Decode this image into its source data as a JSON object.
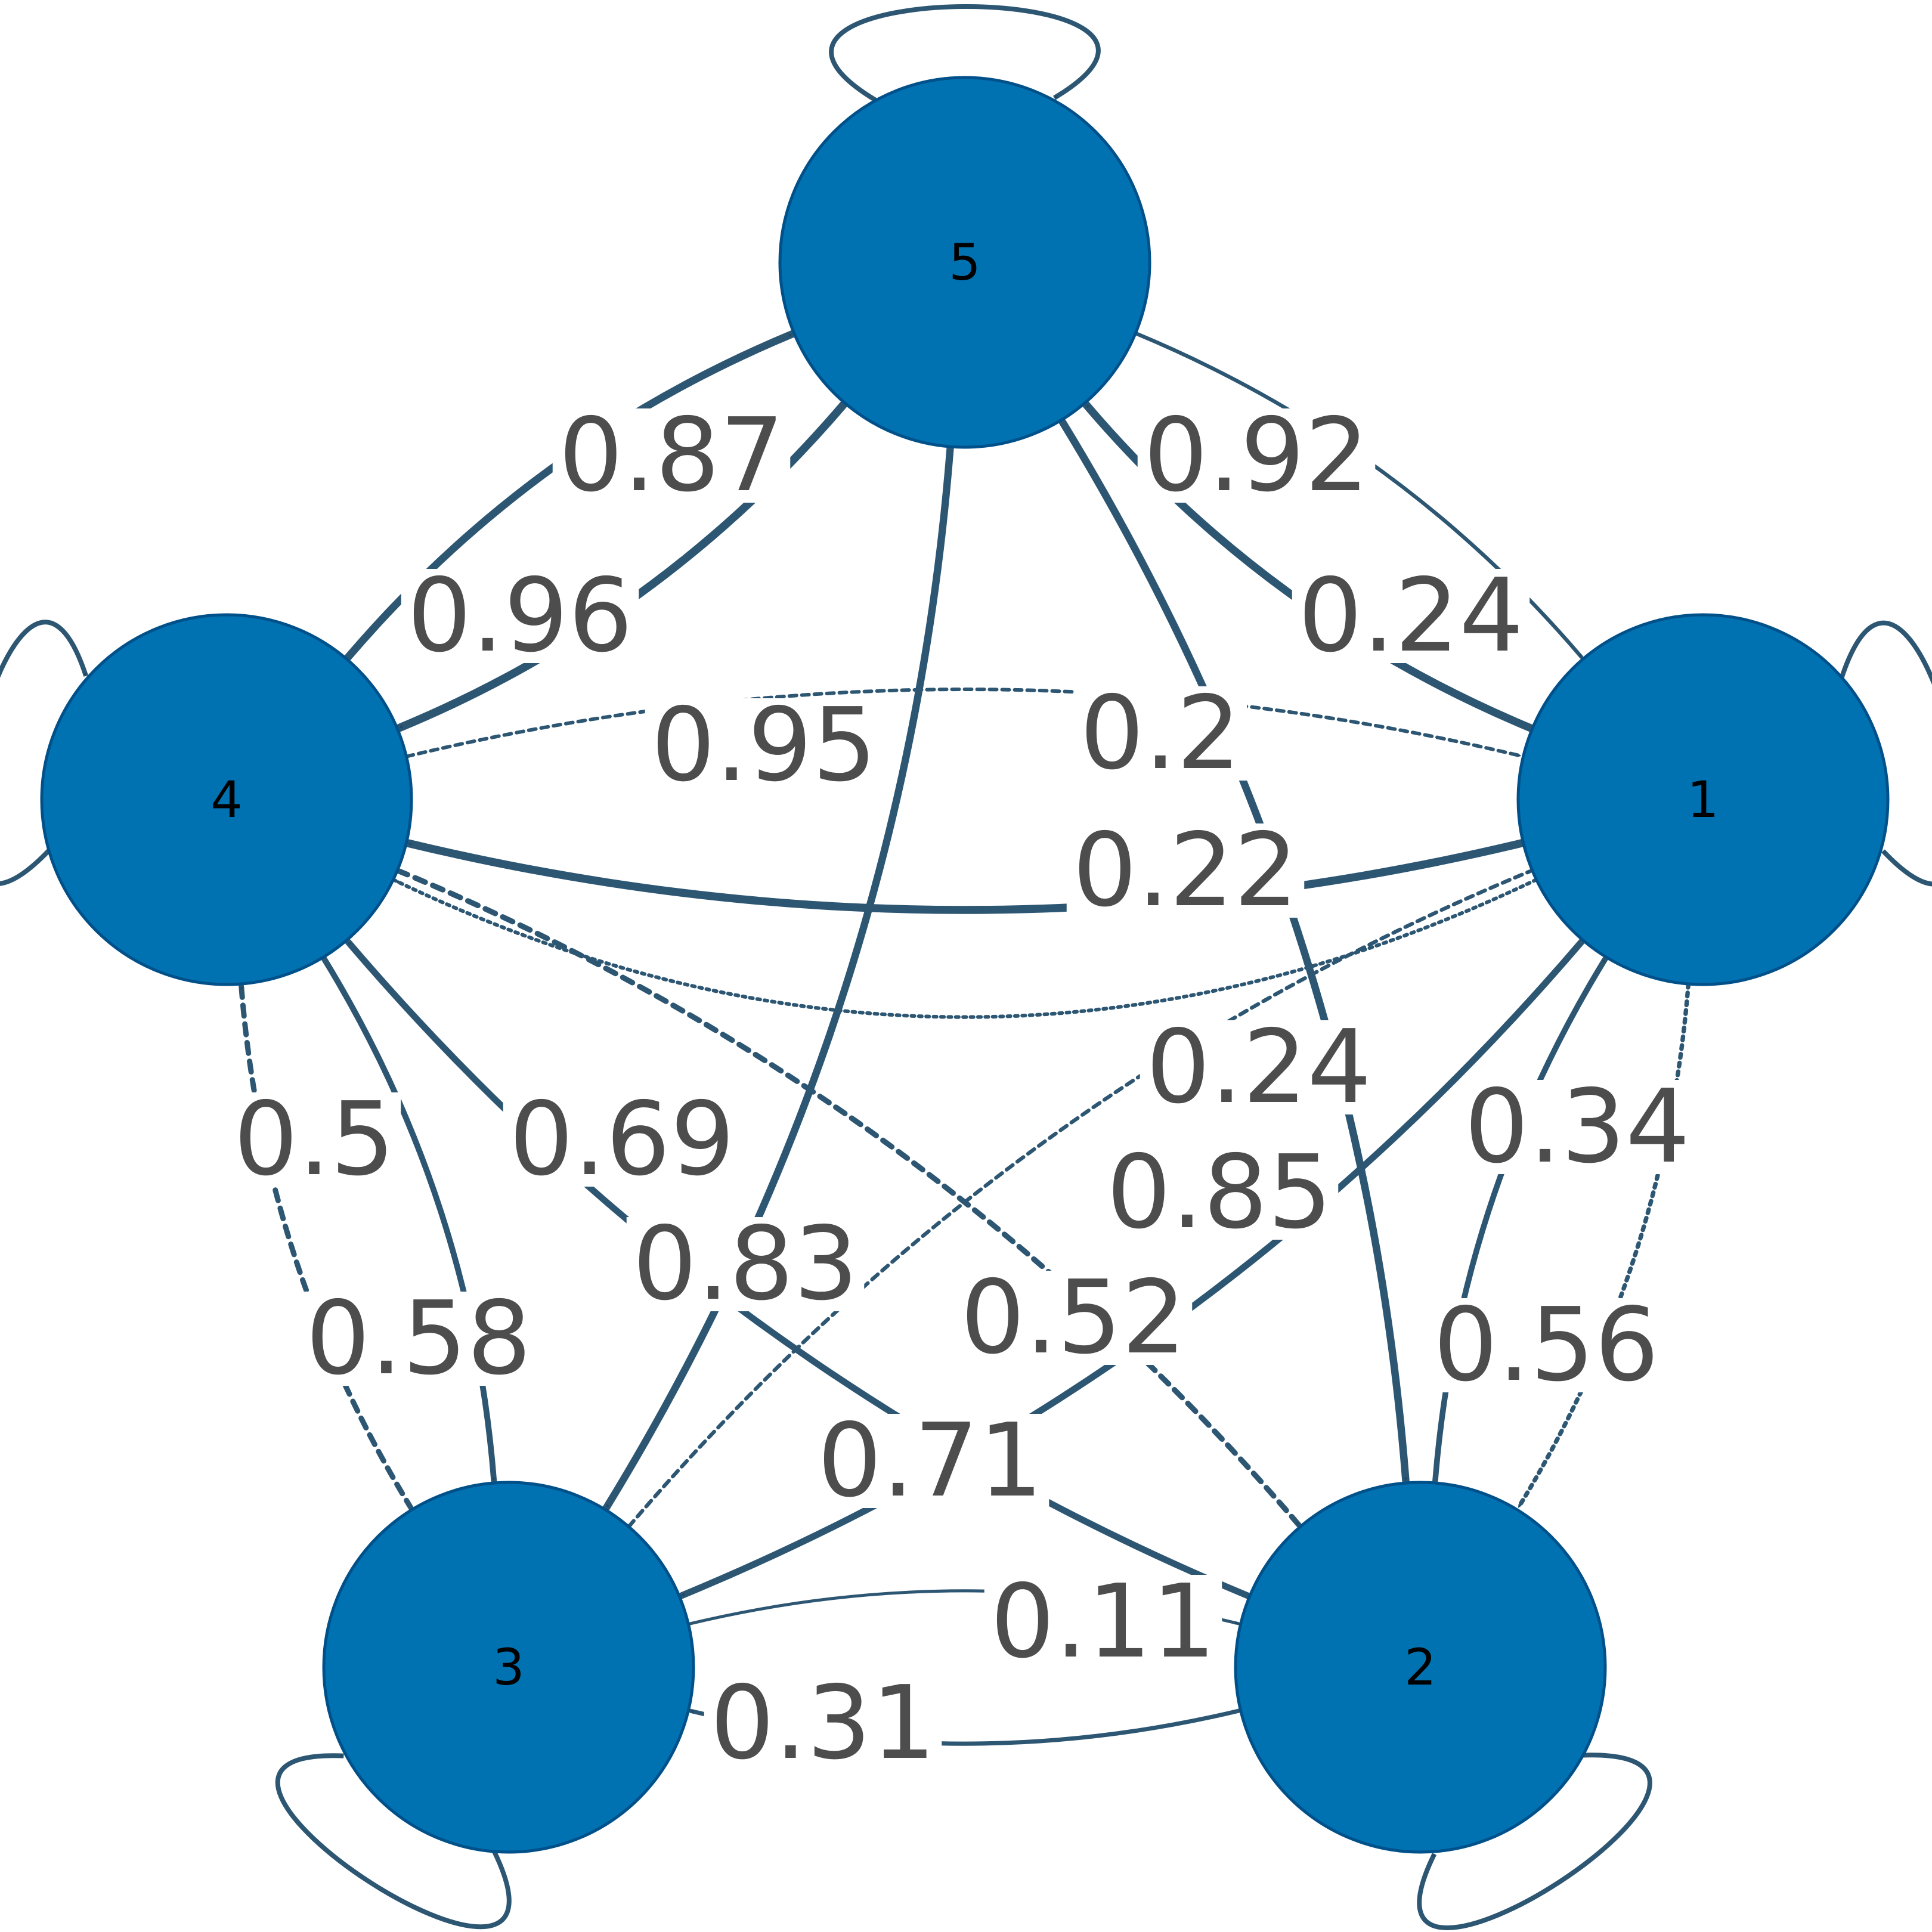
{
  "graph": {
    "node_color": "#0072b2",
    "node_border": "#00508a",
    "edge_color": "#2d5673",
    "nodes": [
      {
        "id": "1",
        "label": "1"
      },
      {
        "id": "2",
        "label": "2"
      },
      {
        "id": "3",
        "label": "3"
      },
      {
        "id": "4",
        "label": "4"
      },
      {
        "id": "5",
        "label": "5"
      }
    ],
    "edges": [
      {
        "source": "4",
        "target": "5",
        "label": "0.87",
        "style": "solid"
      },
      {
        "source": "5",
        "target": "4",
        "label": "0.96",
        "style": "solid"
      },
      {
        "source": "1",
        "target": "5",
        "label": "0.92",
        "style": "solid"
      },
      {
        "source": "5",
        "target": "1",
        "label": "0.24",
        "style": "solid"
      },
      {
        "source": "1",
        "target": "4",
        "label": "0.95",
        "style": "solid"
      },
      {
        "source": "4",
        "target": "1",
        "label": "0.2",
        "style": "dashed"
      },
      {
        "source": "1",
        "target": "4",
        "label": "0.22",
        "style": "dotted"
      },
      {
        "source": "3",
        "target": "1",
        "label": "0.24",
        "style": "dashed"
      },
      {
        "source": "3",
        "target": "4",
        "label": "0.5",
        "style": "dashed"
      },
      {
        "source": "2",
        "target": "4",
        "label": "0.69",
        "style": "solid"
      },
      {
        "source": "5",
        "target": "3",
        "label": "0.83",
        "style": "solid"
      },
      {
        "source": "5",
        "target": "2",
        "label": "0.85",
        "style": "solid"
      },
      {
        "source": "1",
        "target": "2",
        "label": "0.34",
        "style": "dotted"
      },
      {
        "source": "4",
        "target": "3",
        "label": "0.58",
        "style": "solid"
      },
      {
        "source": "4",
        "target": "2",
        "label": "0.52",
        "style": "dashed"
      },
      {
        "source": "2",
        "target": "1",
        "label": "0.56",
        "style": "solid"
      },
      {
        "source": "1",
        "target": "3",
        "label": "0.71",
        "style": "solid"
      },
      {
        "source": "2",
        "target": "3",
        "label": "0.31",
        "style": "solid"
      },
      {
        "source": "3",
        "target": "2",
        "label": "0.11",
        "style": "solid"
      }
    ],
    "self_loops": [
      "1",
      "2",
      "3",
      "4",
      "5"
    ]
  }
}
